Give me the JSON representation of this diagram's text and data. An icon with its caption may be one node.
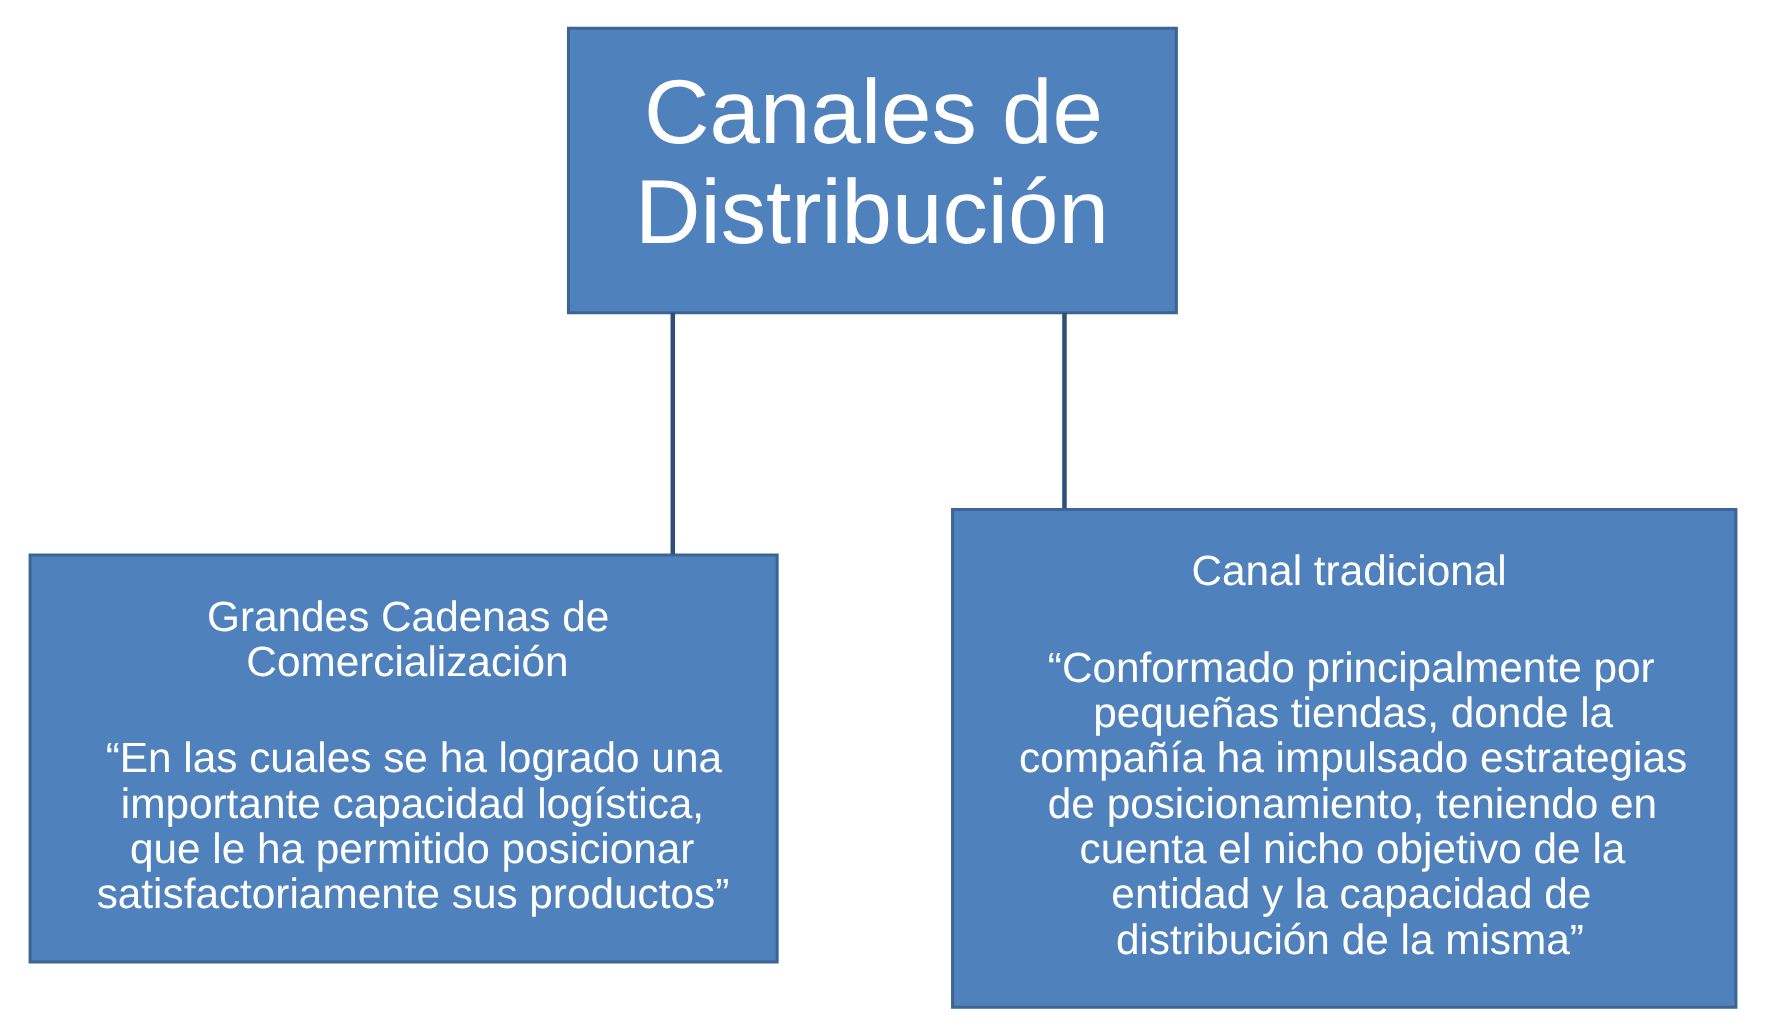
{
  "diagram": {
    "nodes": [
      {
        "text": [
          "Canales de Distribución"
        ]
      },
      {
        "text": [
          "Grandes Cadenas de Comercialización",
          "“En las cuales se ha logrado una importante capacidad logística, que le ha permitido posicionar satisfactoriamente sus productos”"
        ]
      },
      {
        "text": [
          "Canal tradicional",
          "“Conformado principalmente por pequeñas tiendas, donde la compañía ha impulsado estrategias de posicionamiento, teniendo en cuenta el nicho objetivo de la entidad y la capacidad de distribución de la misma”"
        ]
      }
    ],
    "edges": [
      {
        "from": 0,
        "to": 1,
        "arrow": "none"
      },
      {
        "from": 0,
        "to": 2,
        "arrow": "none"
      }
    ]
  }
}
